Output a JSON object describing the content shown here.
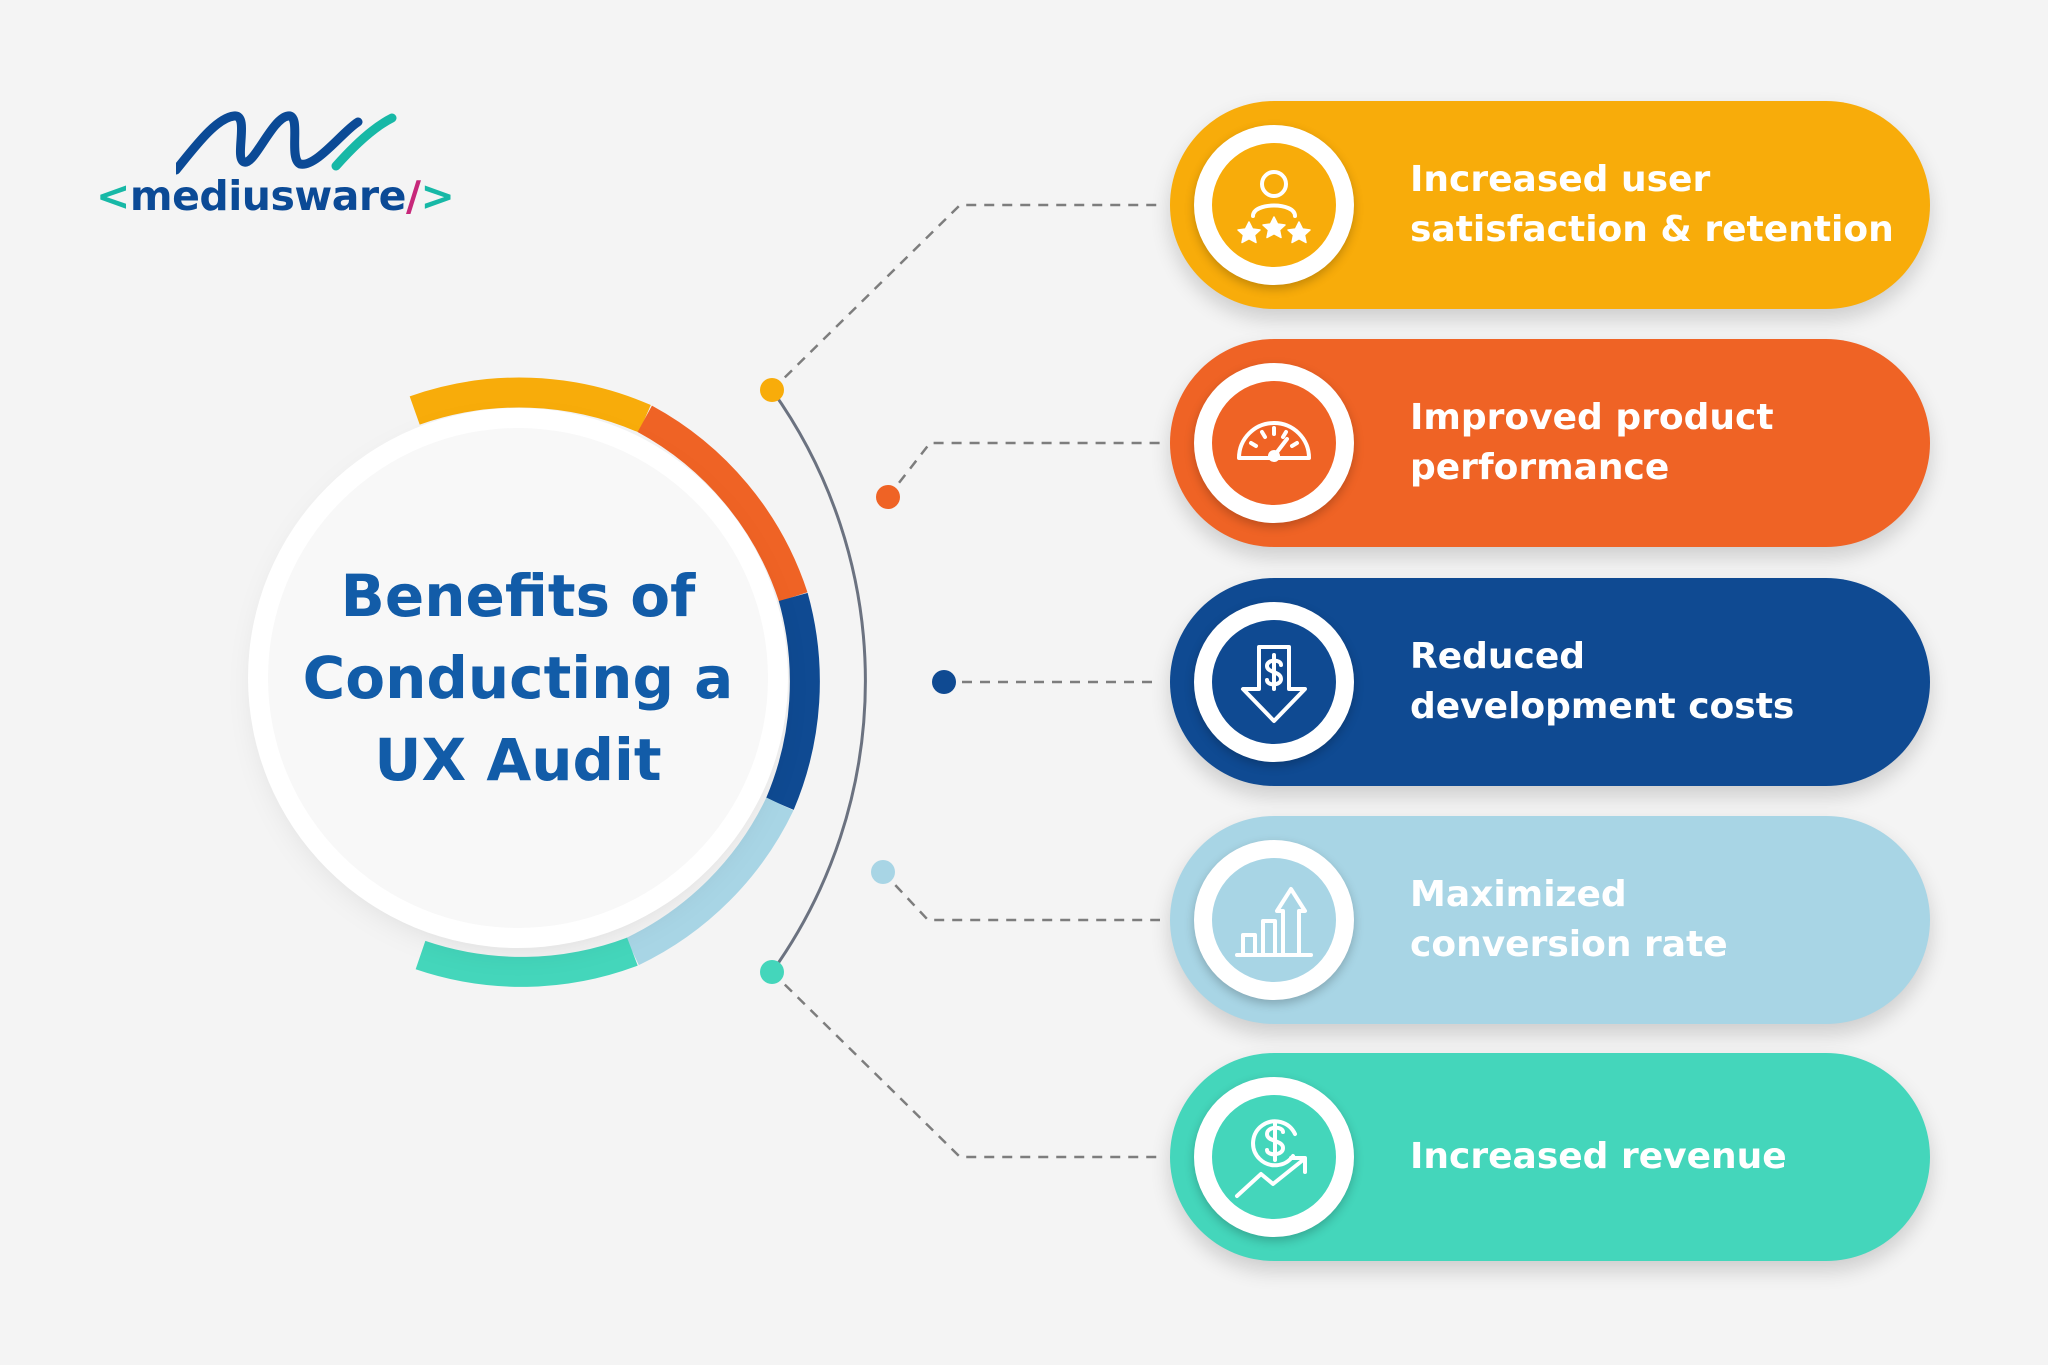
{
  "logo": {
    "bracket_open": "<",
    "name": "mediusware",
    "slash": "/",
    "bracket_close": ">"
  },
  "title": "Benefits of Conducting a UX Audit",
  "colors": {
    "yellow": "#f8ac0a",
    "orange": "#ef6325",
    "navy": "#0f4a92",
    "light_blue": "#a8d5e5",
    "teal": "#44d6bb",
    "title_blue": "#125ca8"
  },
  "benefits": [
    {
      "label": "Increased user\nsatisfaction & retention",
      "icon": "user-rating-icon",
      "color": "#f8ac0a"
    },
    {
      "label": "Improved product\nperformance",
      "icon": "speedometer-icon",
      "color": "#ef6325"
    },
    {
      "label": "Reduced\ndevelopment costs",
      "icon": "cost-down-arrow-icon",
      "color": "#0f4a92"
    },
    {
      "label": "Maximized\nconversion rate",
      "icon": "growth-chart-icon",
      "color": "#a8d5e5"
    },
    {
      "label": "Increased revenue",
      "icon": "revenue-growth-icon",
      "color": "#44d6bb"
    }
  ]
}
